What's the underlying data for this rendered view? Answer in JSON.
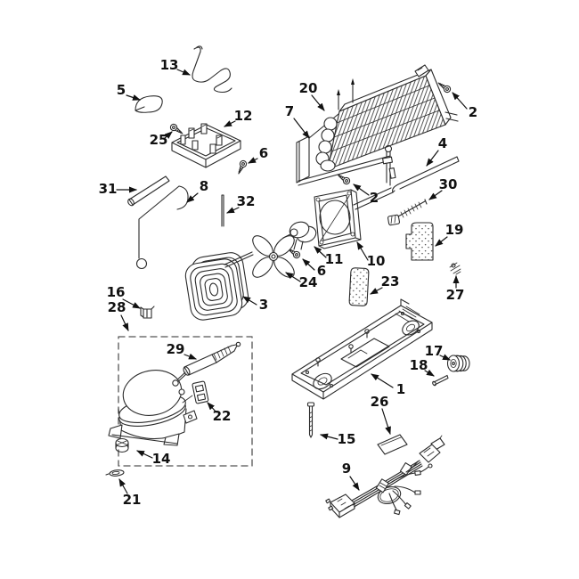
{
  "meta": {
    "background_color": "#ffffff",
    "line_color": "#2b2b2b",
    "label_color": "#111111",
    "diagram_type": "exploded-parts-diagram"
  },
  "diagram": {
    "callouts": {
      "c1": "1",
      "c2a": "2",
      "c2b": "2",
      "c3": "3",
      "c4": "4",
      "c5": "5",
      "c6a": "6",
      "c6b": "6",
      "c7": "7",
      "c8": "8",
      "c9": "9",
      "c10": "10",
      "c11": "11",
      "c12": "12",
      "c13": "13",
      "c14": "14",
      "c15": "15",
      "c16": "16",
      "c17": "17",
      "c18": "18",
      "c19": "19",
      "c20": "20",
      "c21": "21",
      "c22": "22",
      "c23": "23",
      "c24": "24",
      "c25": "25",
      "c26": "26",
      "c27": "27",
      "c28": "28",
      "c29": "29",
      "c30": "30",
      "c31": "31",
      "c32": "32"
    }
  }
}
